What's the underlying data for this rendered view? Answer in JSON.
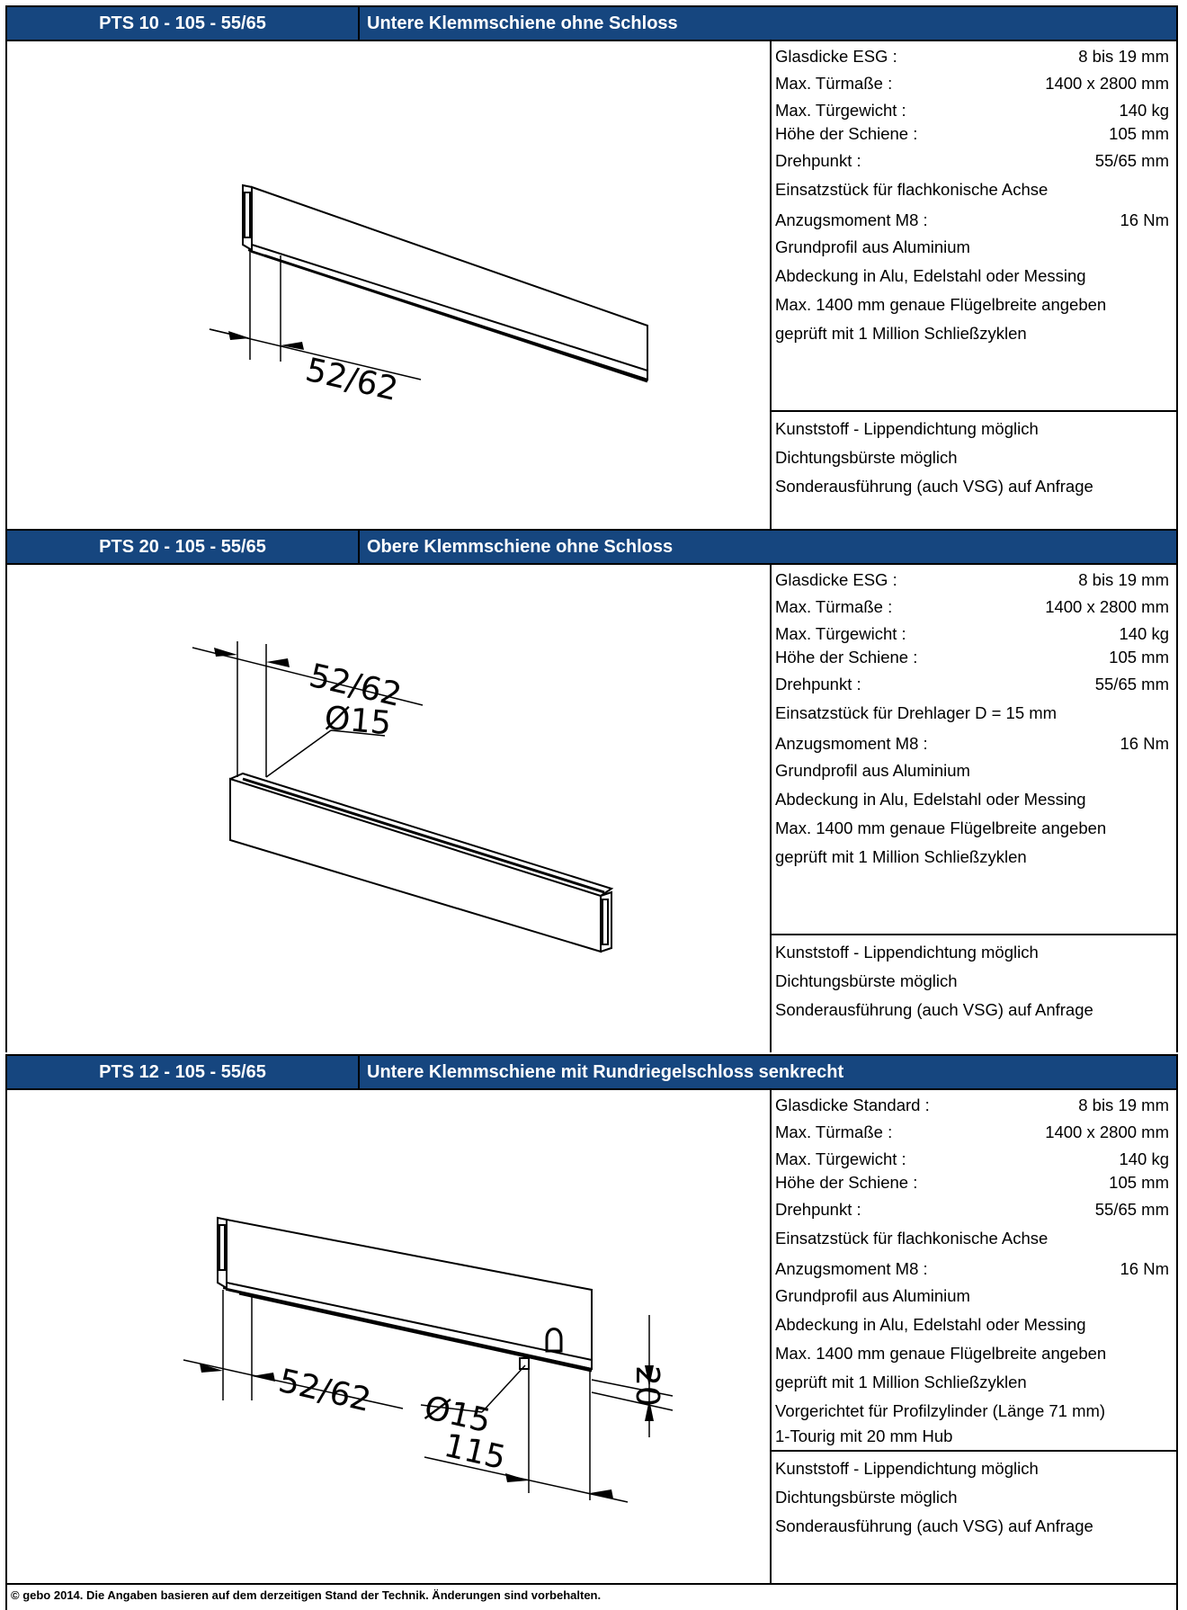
{
  "sections": [
    {
      "code": "PTS 10 - 105 - 55/65",
      "title": "Untere Klemmschiene ohne Schloss",
      "drawing": {
        "dim_width": "52/62"
      },
      "specs": [
        {
          "label": "Glasdicke ESG :",
          "value": "8 bis 19  mm"
        },
        {
          "label": "Max. Türmaße :",
          "value": "1400 x 2800  mm"
        },
        {
          "label": "Max. Türgewicht :",
          "value": "140  kg"
        },
        {
          "label": "Höhe der Schiene :",
          "value": "105  mm"
        },
        {
          "label": "Drehpunkt :",
          "value": "55/65  mm"
        },
        {
          "label": "Einsatzstück für flachkonische Achse",
          "value": ""
        },
        {
          "label": "Anzugsmoment M8 :",
          "value": "16  Nm"
        },
        {
          "label": "Grundprofil aus Aluminium",
          "value": ""
        },
        {
          "label": "Abdeckung in Alu, Edelstahl oder Messing",
          "value": ""
        },
        {
          "label": "Max. 1400 mm genaue Flügelbreite angeben",
          "value": ""
        },
        {
          "label": "geprüft mit 1 Million Schließzyklen",
          "value": ""
        }
      ],
      "options": [
        "Kunststoff - Lippendichtung möglich",
        "Dichtungsbürste möglich",
        "Sonderausführung (auch VSG) auf Anfrage"
      ]
    },
    {
      "code": "PTS 20 - 105 - 55/65",
      "title": "Obere Klemmschiene ohne Schloss",
      "drawing": {
        "dim_width": "52/62",
        "dim_dia": "Ø15"
      },
      "specs": [
        {
          "label": "Glasdicke ESG :",
          "value": "8 bis 19  mm"
        },
        {
          "label": "Max. Türmaße :",
          "value": "1400 x 2800  mm"
        },
        {
          "label": "Max. Türgewicht :",
          "value": "140  kg"
        },
        {
          "label": "Höhe der Schiene :",
          "value": "105  mm"
        },
        {
          "label": "Drehpunkt :",
          "value": "55/65  mm"
        },
        {
          "label": "Einsatzstück für Drehlager D = 15 mm",
          "value": ""
        },
        {
          "label": "Anzugsmoment M8 :",
          "value": "16  Nm"
        },
        {
          "label": "Grundprofil aus Aluminium",
          "value": ""
        },
        {
          "label": "Abdeckung in Alu, Edelstahl oder Messing",
          "value": ""
        },
        {
          "label": "Max. 1400 mm genaue Flügelbreite angeben",
          "value": ""
        },
        {
          "label": "geprüft mit 1 Million Schließzyklen",
          "value": ""
        }
      ],
      "options": [
        "Kunststoff - Lippendichtung möglich",
        "Dichtungsbürste möglich",
        "Sonderausführung (auch VSG) auf Anfrage"
      ]
    },
    {
      "code": "PTS 12 - 105 - 55/65",
      "title": "Untere Klemmschiene mit Rundriegelschloss senkrecht",
      "drawing": {
        "dim_width": "52/62",
        "dim_dia": "Ø15",
        "dim_len": "115",
        "dim_h": "20"
      },
      "specs": [
        {
          "label": "Glasdicke Standard :",
          "value": "8 bis 19  mm"
        },
        {
          "label": "Max. Türmaße :",
          "value": "1400 x 2800  mm"
        },
        {
          "label": "Max. Türgewicht :",
          "value": "140  kg"
        },
        {
          "label": "Höhe der Schiene :",
          "value": "105  mm"
        },
        {
          "label": "Drehpunkt :",
          "value": "55/65  mm"
        },
        {
          "label": "Einsatzstück für flachkonische Achse",
          "value": ""
        },
        {
          "label": "Anzugsmoment M8 :",
          "value": "16  Nm"
        },
        {
          "label": "Grundprofil aus Aluminium",
          "value": ""
        },
        {
          "label": "Abdeckung in Alu, Edelstahl oder Messing",
          "value": ""
        },
        {
          "label": "Max. 1400 mm genaue Flügelbreite angeben",
          "value": ""
        },
        {
          "label": "geprüft mit 1 Million Schließzyklen",
          "value": ""
        },
        {
          "label": "Vorgerichtet für Profilzylinder (Länge 71 mm)",
          "value": ""
        },
        {
          "label": "1-Tourig mit 20 mm Hub",
          "value": ""
        }
      ],
      "options": [
        "Kunststoff - Lippendichtung möglich",
        "Dichtungsbürste möglich",
        "Sonderausführung (auch VSG) auf Anfrage"
      ]
    }
  ],
  "footer": "© gebo 2014. Die Angaben basieren auf dem derzeitigen Stand der Technik. Änderungen sind vorbehalten."
}
